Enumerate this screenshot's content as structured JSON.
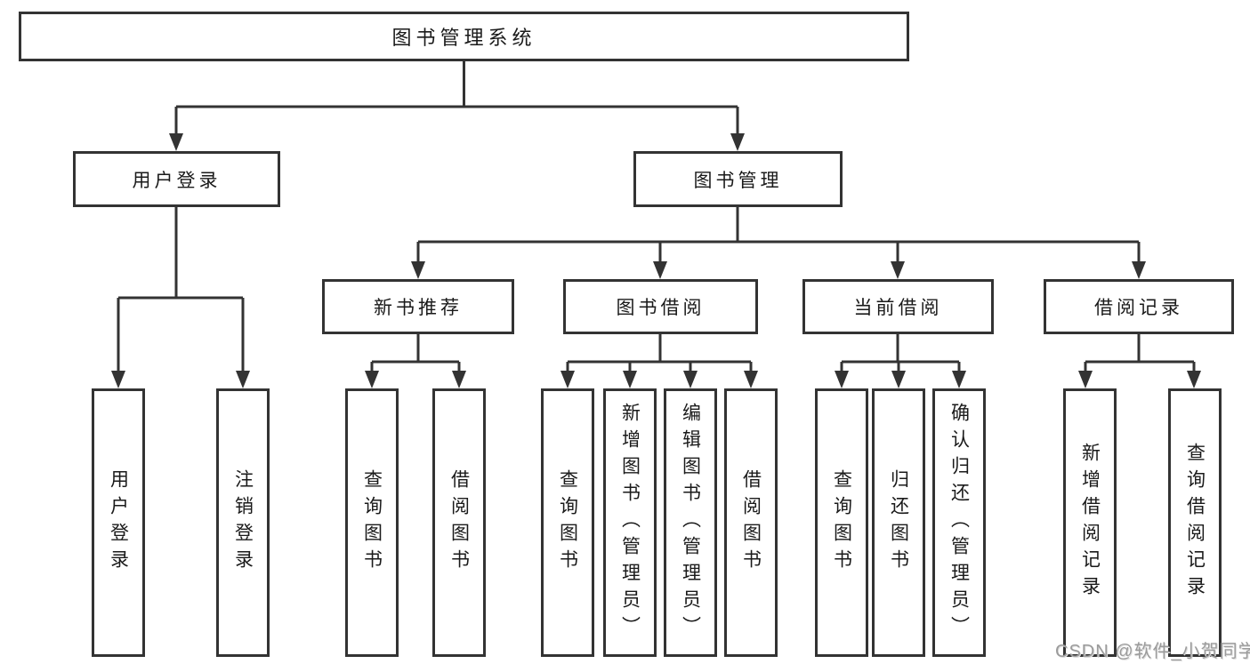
{
  "diagram": {
    "root": {
      "label": "图书管理系统"
    },
    "branches": [
      {
        "label": "用户登录",
        "leaves": [
          {
            "label": "用户登录"
          },
          {
            "label": "注销登录"
          }
        ]
      },
      {
        "label": "图书管理",
        "groups": [
          {
            "label": "新书推荐",
            "leaves": [
              {
                "label": "查询图书"
              },
              {
                "label": "借阅图书"
              }
            ]
          },
          {
            "label": "图书借阅",
            "leaves": [
              {
                "label": "查询图书"
              },
              {
                "label": "新增图书（管理员）"
              },
              {
                "label": "编辑图书（管理员）"
              },
              {
                "label": "借阅图书"
              }
            ]
          },
          {
            "label": "当前借阅",
            "leaves": [
              {
                "label": "查询图书"
              },
              {
                "label": "归还图书"
              },
              {
                "label": "确认归还（管理员）"
              }
            ]
          },
          {
            "label": "借阅记录",
            "leaves": [
              {
                "label": "新增借阅记录"
              },
              {
                "label": "查询借阅记录"
              }
            ]
          }
        ]
      }
    ]
  },
  "watermark": {
    "text": "CSDN @软件_小贺同学"
  },
  "colors": {
    "line": "#333333",
    "box_border": "#333333",
    "box_fill": "#ffffff",
    "text": "#1a1a1a",
    "watermark": "#9b9b9b"
  }
}
